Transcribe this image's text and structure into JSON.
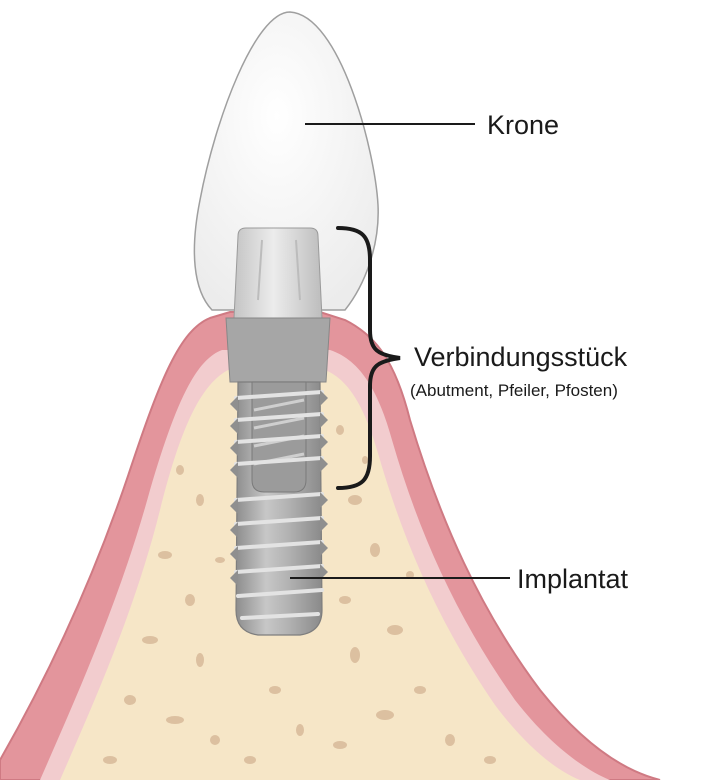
{
  "labels": {
    "crown": "Krone",
    "abutment": "Verbindungsstück",
    "abutment_sub": "(Abutment, Pfeiler, Pfosten)",
    "implant": "Implantat"
  },
  "colors": {
    "gum": "#e3959c",
    "gum_edge": "#cf7a83",
    "gum_inner": "#f2ccce",
    "bone": "#f6e6c7",
    "bone_spots": "#dcc0a0",
    "crown_fill": "#f6f6f6",
    "crown_stroke": "#9a9a9a",
    "metal": "#a9a9a9",
    "metal_dark": "#8a8a8a",
    "metal_light": "#d9d9d9",
    "line": "#1a1a1a"
  }
}
